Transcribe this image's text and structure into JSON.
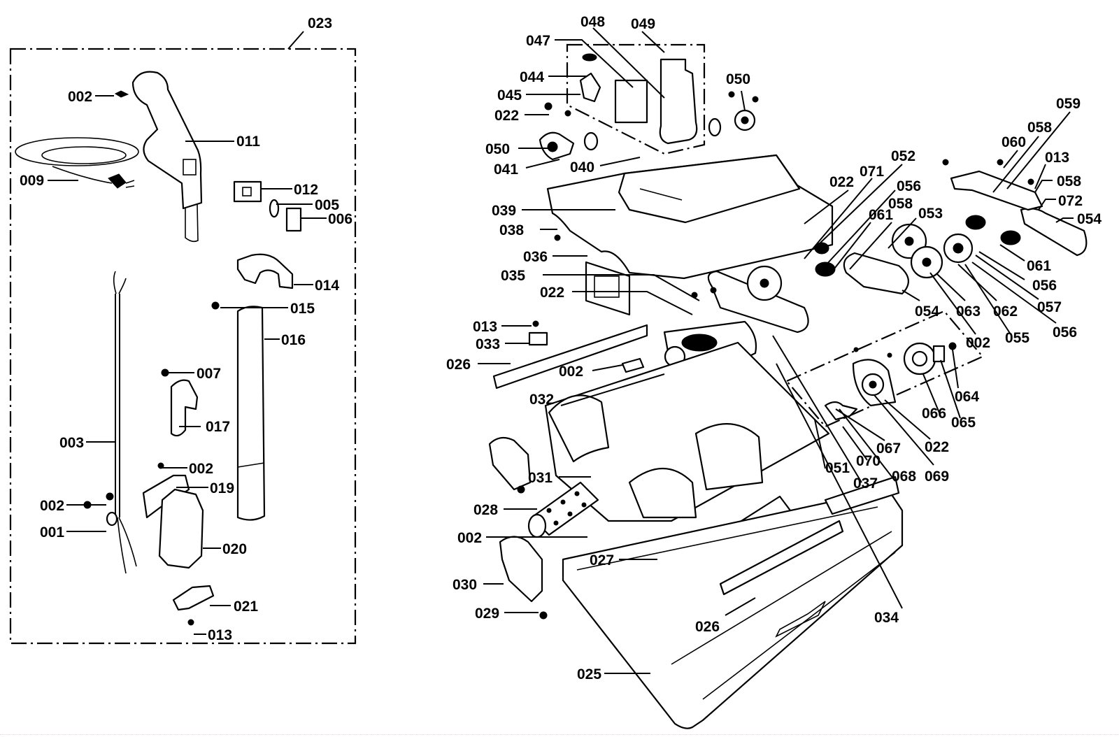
{
  "diagram": {
    "title": "Upright vacuum cleaner exploded parts diagram",
    "groups": [
      {
        "id": "handle-assembly",
        "label": "023"
      },
      {
        "id": "switch-bracket",
        "label": "049"
      },
      {
        "id": "brush-drive",
        "label": "054"
      }
    ],
    "callouts": [
      {
        "id": "c023",
        "text": "023"
      },
      {
        "id": "c002a",
        "text": "002"
      },
      {
        "id": "c011",
        "text": "011"
      },
      {
        "id": "c009",
        "text": "009"
      },
      {
        "id": "c012",
        "text": "012"
      },
      {
        "id": "c005",
        "text": "005"
      },
      {
        "id": "c006",
        "text": "006"
      },
      {
        "id": "c014",
        "text": "014"
      },
      {
        "id": "c015",
        "text": "015"
      },
      {
        "id": "c016",
        "text": "016"
      },
      {
        "id": "c007",
        "text": "007"
      },
      {
        "id": "c017",
        "text": "017"
      },
      {
        "id": "c003",
        "text": "003"
      },
      {
        "id": "c002b",
        "text": "002"
      },
      {
        "id": "c019",
        "text": "019"
      },
      {
        "id": "c002c",
        "text": "002"
      },
      {
        "id": "c001",
        "text": "001"
      },
      {
        "id": "c020",
        "text": "020"
      },
      {
        "id": "c021",
        "text": "021"
      },
      {
        "id": "c013a",
        "text": "013"
      },
      {
        "id": "c048",
        "text": "048"
      },
      {
        "id": "c049",
        "text": "049"
      },
      {
        "id": "c047",
        "text": "047"
      },
      {
        "id": "c044",
        "text": "044"
      },
      {
        "id": "c045",
        "text": "045"
      },
      {
        "id": "c022a",
        "text": "022"
      },
      {
        "id": "c050a",
        "text": "050"
      },
      {
        "id": "c041",
        "text": "041"
      },
      {
        "id": "c040",
        "text": "040"
      },
      {
        "id": "c050b",
        "text": "050"
      },
      {
        "id": "c039",
        "text": "039"
      },
      {
        "id": "c038",
        "text": "038"
      },
      {
        "id": "c036",
        "text": "036"
      },
      {
        "id": "c035",
        "text": "035"
      },
      {
        "id": "c022b",
        "text": "022"
      },
      {
        "id": "c013b",
        "text": "013"
      },
      {
        "id": "c033",
        "text": "033"
      },
      {
        "id": "c026a",
        "text": "026"
      },
      {
        "id": "c002d",
        "text": "002"
      },
      {
        "id": "c032",
        "text": "032"
      },
      {
        "id": "c031",
        "text": "031"
      },
      {
        "id": "c028",
        "text": "028"
      },
      {
        "id": "c002e",
        "text": "002"
      },
      {
        "id": "c027",
        "text": "027"
      },
      {
        "id": "c030",
        "text": "030"
      },
      {
        "id": "c029",
        "text": "029"
      },
      {
        "id": "c026b",
        "text": "026"
      },
      {
        "id": "c025",
        "text": "025"
      },
      {
        "id": "c034",
        "text": "034"
      },
      {
        "id": "c059",
        "text": "059"
      },
      {
        "id": "c058a",
        "text": "058"
      },
      {
        "id": "c060",
        "text": "060"
      },
      {
        "id": "c013c",
        "text": "013"
      },
      {
        "id": "c058b",
        "text": "058"
      },
      {
        "id": "c072",
        "text": "072"
      },
      {
        "id": "c054a",
        "text": "054"
      },
      {
        "id": "c052",
        "text": "052"
      },
      {
        "id": "c071",
        "text": "071"
      },
      {
        "id": "c022c",
        "text": "022"
      },
      {
        "id": "c056a",
        "text": "056"
      },
      {
        "id": "c061a",
        "text": "061"
      },
      {
        "id": "c058c",
        "text": "058"
      },
      {
        "id": "c053",
        "text": "053"
      },
      {
        "id": "c061b",
        "text": "061"
      },
      {
        "id": "c056b",
        "text": "056"
      },
      {
        "id": "c057",
        "text": "057"
      },
      {
        "id": "c056c",
        "text": "056"
      },
      {
        "id": "c054b",
        "text": "054"
      },
      {
        "id": "c063",
        "text": "063"
      },
      {
        "id": "c062",
        "text": "062"
      },
      {
        "id": "c002f",
        "text": "002"
      },
      {
        "id": "c055",
        "text": "055"
      },
      {
        "id": "c064",
        "text": "064"
      },
      {
        "id": "c066",
        "text": "066"
      },
      {
        "id": "c065",
        "text": "065"
      },
      {
        "id": "c022d",
        "text": "022"
      },
      {
        "id": "c067",
        "text": "067"
      },
      {
        "id": "c069",
        "text": "069"
      },
      {
        "id": "c070",
        "text": "070"
      },
      {
        "id": "c051",
        "text": "051"
      },
      {
        "id": "c037",
        "text": "037"
      },
      {
        "id": "c068",
        "text": "068"
      }
    ]
  }
}
